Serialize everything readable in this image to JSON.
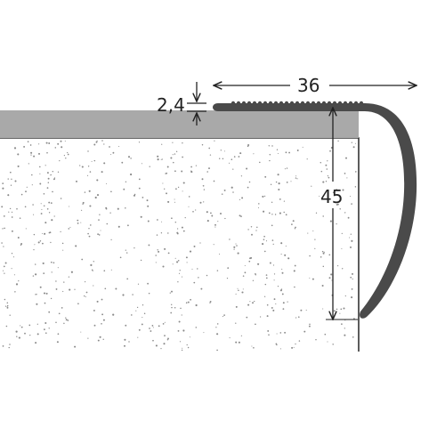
{
  "dimensions": {
    "width_label": "36",
    "height_label": "45",
    "thickness_label": "2,4"
  },
  "colors": {
    "background": "#ffffff",
    "floor_covering": "#a9a9a9",
    "substrate_fill": "#ffffff",
    "substrate_edge": "#333333",
    "speckle": "#8a8a8a",
    "profile": "#4a4a4a",
    "dimension_line": "#222222"
  }
}
